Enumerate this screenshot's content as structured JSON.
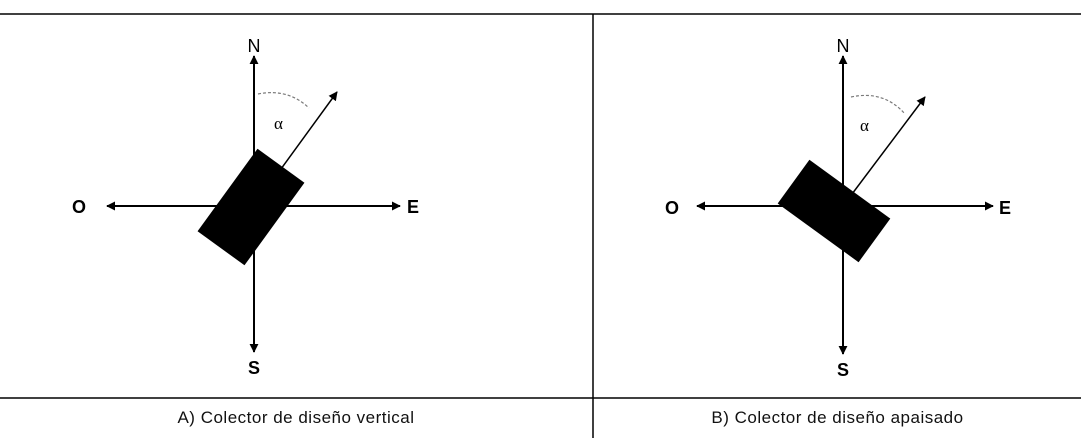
{
  "colors": {
    "ink": "#000000",
    "background": "#ffffff",
    "angle_arc": "#7a7a7a"
  },
  "panels": [
    {
      "caption": "A) Colector de diseño vertical",
      "compass": {
        "north": "N",
        "south": "S",
        "east": "E",
        "west": "O"
      },
      "angle_label": "α",
      "collector_orientation": "vertical"
    },
    {
      "caption": "B) Colector de diseño apaisado",
      "compass": {
        "north": "N",
        "south": "S",
        "east": "E",
        "west": "O"
      },
      "angle_label": "α",
      "collector_orientation": "landscape"
    }
  ]
}
